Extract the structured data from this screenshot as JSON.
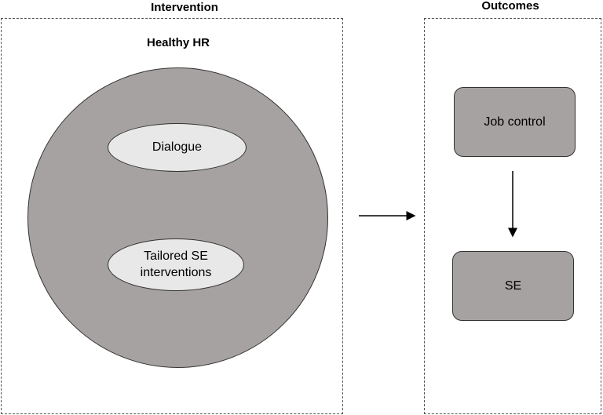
{
  "intervention": {
    "title": "Intervention",
    "program": "Healthy HR",
    "components": [
      "Dialogue",
      "Tailored SE\ninterventions"
    ]
  },
  "outcomes": {
    "title": "Outcomes",
    "items": [
      "Job control",
      "SE"
    ]
  }
}
